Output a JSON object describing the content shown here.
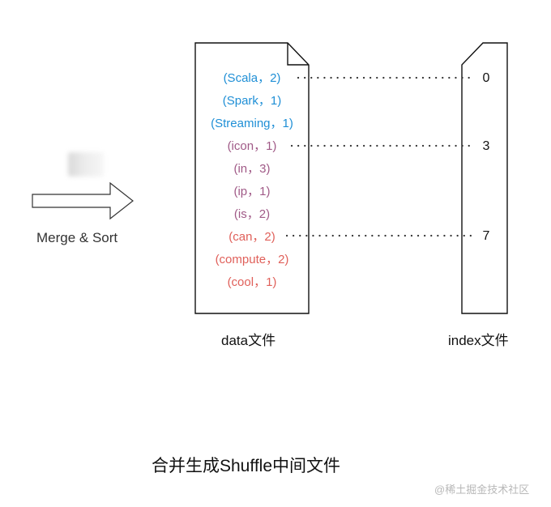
{
  "merge_sort_label": "Merge & Sort",
  "data_file": {
    "label": "data文件",
    "entries": [
      {
        "text": "(Scala，2)",
        "color": "#1f8fd6"
      },
      {
        "text": "(Spark，1)",
        "color": "#1f8fd6"
      },
      {
        "text": "(Streaming，1)",
        "color": "#1f8fd6"
      },
      {
        "text": "(icon，1)",
        "color": "#a05a87"
      },
      {
        "text": "(in，3)",
        "color": "#a05a87"
      },
      {
        "text": "(ip，1)",
        "color": "#a05a87"
      },
      {
        "text": "(is，2)",
        "color": "#a05a87"
      },
      {
        "text": "(can，2)",
        "color": "#e0605a"
      },
      {
        "text": "(compute，2)",
        "color": "#e0605a"
      },
      {
        "text": "(cool，1)",
        "color": "#e0605a"
      }
    ]
  },
  "index_file": {
    "label": "index文件",
    "values": [
      "0",
      "3",
      "7"
    ]
  },
  "caption": "合并生成Shuffle中间文件",
  "watermark": "@稀土掘金技术社区"
}
